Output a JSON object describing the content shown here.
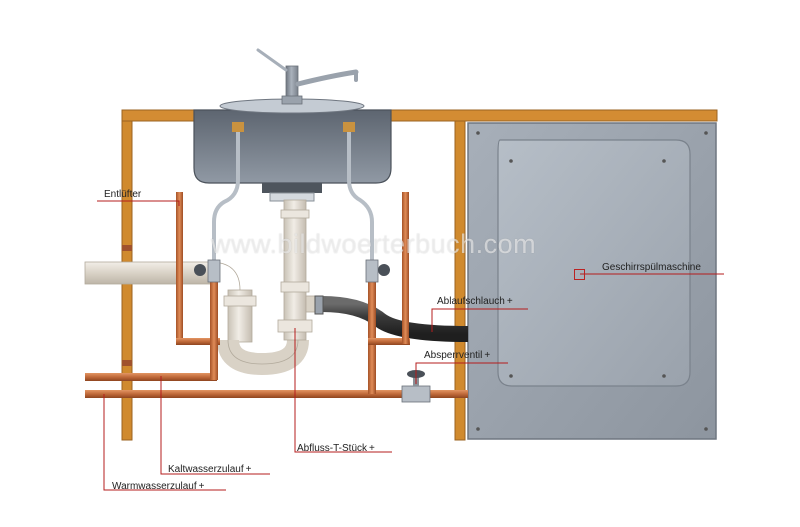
{
  "watermark": "www.bildwoerterbuch.com",
  "labels": {
    "entluefter": "Entlüfter",
    "ablaufschlauch": "Ablaufschlauch",
    "absperrventil": "Absperrventil",
    "geschirrspuelmaschine": "Geschirrspülmaschine",
    "abfluss_t_stueck": "Abfluss-T-Stück",
    "kaltwasserzulauf": "Kaltwasserzulauf",
    "warmwasserzulauf": "Warmwasserzulauf"
  },
  "plus_sign": "+",
  "icons": {
    "expand": "plus-icon"
  },
  "colors": {
    "leader_line": "#b51c1c",
    "copper": "#c8703e",
    "wood": "#d08a2e",
    "steel": "#9aa2ad",
    "drain_pvc": "#e3ddd3",
    "hose": "#3a3a3a"
  }
}
